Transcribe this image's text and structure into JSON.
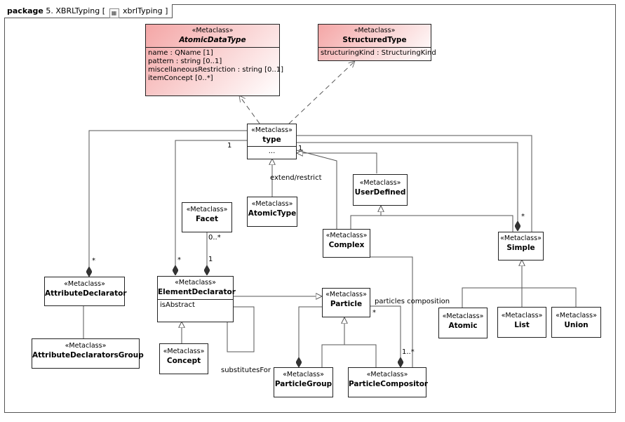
{
  "package": {
    "keyword": "package",
    "name": "5. XBRLTyping [",
    "diagram_icon": "class-diagram-icon",
    "diagram_name": "xbrlTyping",
    "close_bracket": "]"
  },
  "classes": {
    "atomic_data_type": {
      "stereotype": "«Metaclass»",
      "name": "AtomicDataType",
      "attributes": [
        "name : QName [1]",
        "pattern : string [0..1]",
        "miscellaneousRestriction : string [0..1]",
        "itemConcept [0..*]"
      ]
    },
    "structured_type": {
      "stereotype": "«Metaclass»",
      "name": "StructuredType",
      "attributes": [
        "structuringKind : StructuringKind"
      ]
    },
    "type": {
      "stereotype": "«Metaclass»",
      "name": "type",
      "attributes": [
        "..."
      ]
    },
    "user_defined": {
      "stereotype": "«Metaclass»",
      "name": "UserDefined"
    },
    "facet": {
      "stereotype": "«Metaclass»",
      "name": "Facet"
    },
    "atomic_type": {
      "stereotype": "«Metaclass»",
      "name": "AtomicType"
    },
    "complex": {
      "stereotype": "«Metaclass»",
      "name": "Complex"
    },
    "simple": {
      "stereotype": "«Metaclass»",
      "name": "Simple"
    },
    "attribute_declarator": {
      "stereotype": "«Metaclass»",
      "name": "AttributeDeclarator"
    },
    "element_declarator": {
      "stereotype": "«Metaclass»",
      "name": "ElementDeclarator",
      "attributes": [
        "isAbstract"
      ]
    },
    "particle": {
      "stereotype": "«Metaclass»",
      "name": "Particle"
    },
    "atomic": {
      "stereotype": "«Metaclass»",
      "name": "Atomic"
    },
    "list": {
      "stereotype": "«Metaclass»",
      "name": "List"
    },
    "union": {
      "stereotype": "«Metaclass»",
      "name": "Union"
    },
    "attribute_declarators_group": {
      "stereotype": "«Metaclass»",
      "name": "AttributeDeclaratorsGroup"
    },
    "concept": {
      "stereotype": "«Metaclass»",
      "name": "Concept"
    },
    "particle_group": {
      "stereotype": "«Metaclass»",
      "name": "ParticleGroup"
    },
    "particle_compositor": {
      "stereotype": "«Metaclass»",
      "name": "ParticleCompositor"
    }
  },
  "labels": {
    "extend_restrict": "extend/restrict",
    "one_type_left": "1",
    "one_type_right": "1",
    "star_attr": "*",
    "star_elem": "*",
    "zero_many_facet": "0..*",
    "one_facet": "1",
    "star_simple": "*",
    "particles_composition": "particles composition",
    "star_particle": "*",
    "one_many_compositor": "1..*",
    "substitutes_for": "substitutesFor"
  },
  "colors": {
    "metaclass_highlight": "#f4a6a6",
    "line": "#555555"
  }
}
